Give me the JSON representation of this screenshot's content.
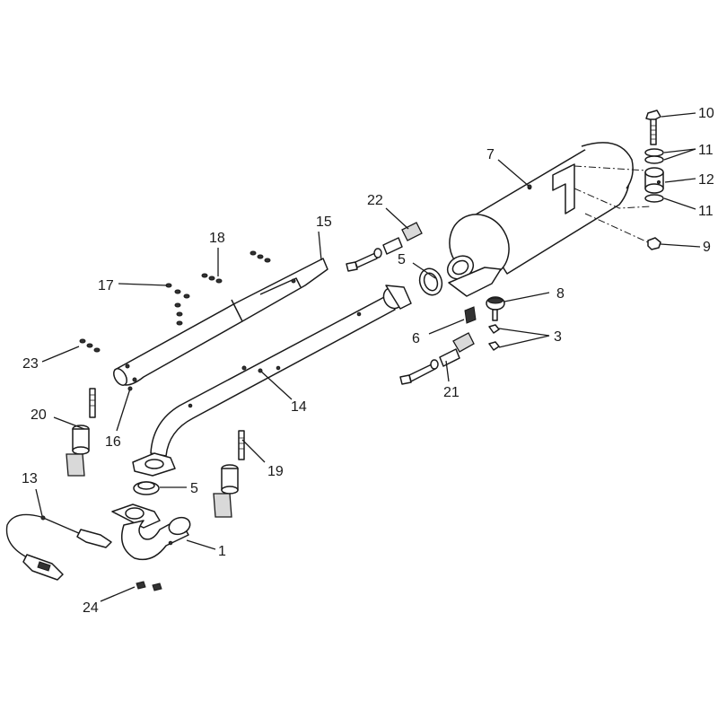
{
  "callouts": {
    "c1": "1",
    "c3": "3",
    "c5a": "5",
    "c5b": "5",
    "c6": "6",
    "c7": "7",
    "c8": "8",
    "c9": "9",
    "c10": "10",
    "c11a": "11",
    "c11b": "11",
    "c12": "12",
    "c13": "13",
    "c14": "14",
    "c15": "15",
    "c16": "16",
    "c17": "17",
    "c18": "18",
    "c19": "19",
    "c20": "20",
    "c21": "21",
    "c22": "22",
    "c23": "23",
    "c24": "24"
  },
  "colors": {
    "line": "#1a1a1a",
    "fill": "#ffffff",
    "shade": "#d9d9d9"
  }
}
